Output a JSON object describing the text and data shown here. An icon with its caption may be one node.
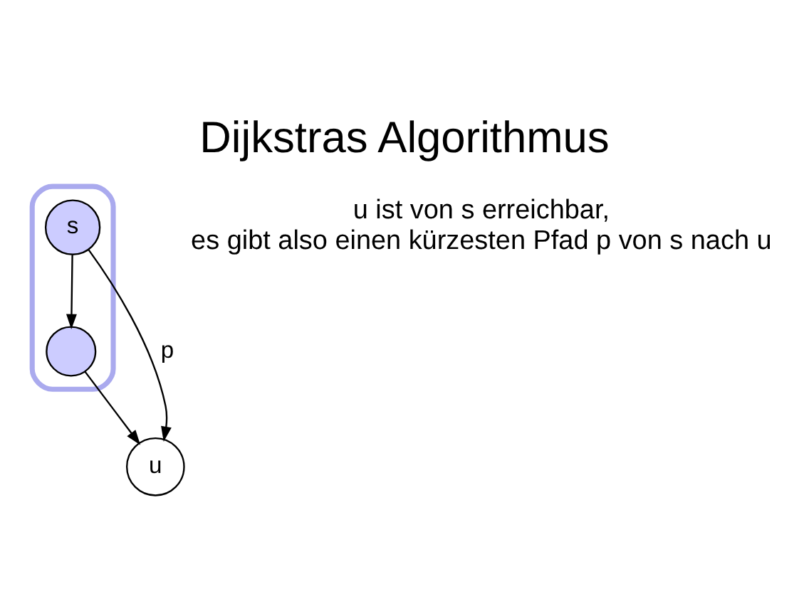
{
  "diagram": {
    "title": "Dijkstras Algorithmus",
    "nodes": [
      {
        "text": [],
        "shape": "box"
      },
      {
        "text": [
          "s"
        ],
        "in": 0
      },
      {
        "text": [],
        "shape": "circle",
        "in": 0
      },
      {
        "text": [
          "u"
        ]
      }
    ],
    "edges": [
      {
        "from": 1,
        "to": 2,
        "arrow": "to"
      },
      {
        "from": 2,
        "to": 3,
        "arrow": "to"
      },
      {
        "from": 1,
        "to": 3,
        "arrow": "to",
        "label": "p"
      }
    ],
    "labels": [
      "u ist von s erreichbar, es gibt also einen kürzesten Pfad p von s nach u"
    ]
  }
}
